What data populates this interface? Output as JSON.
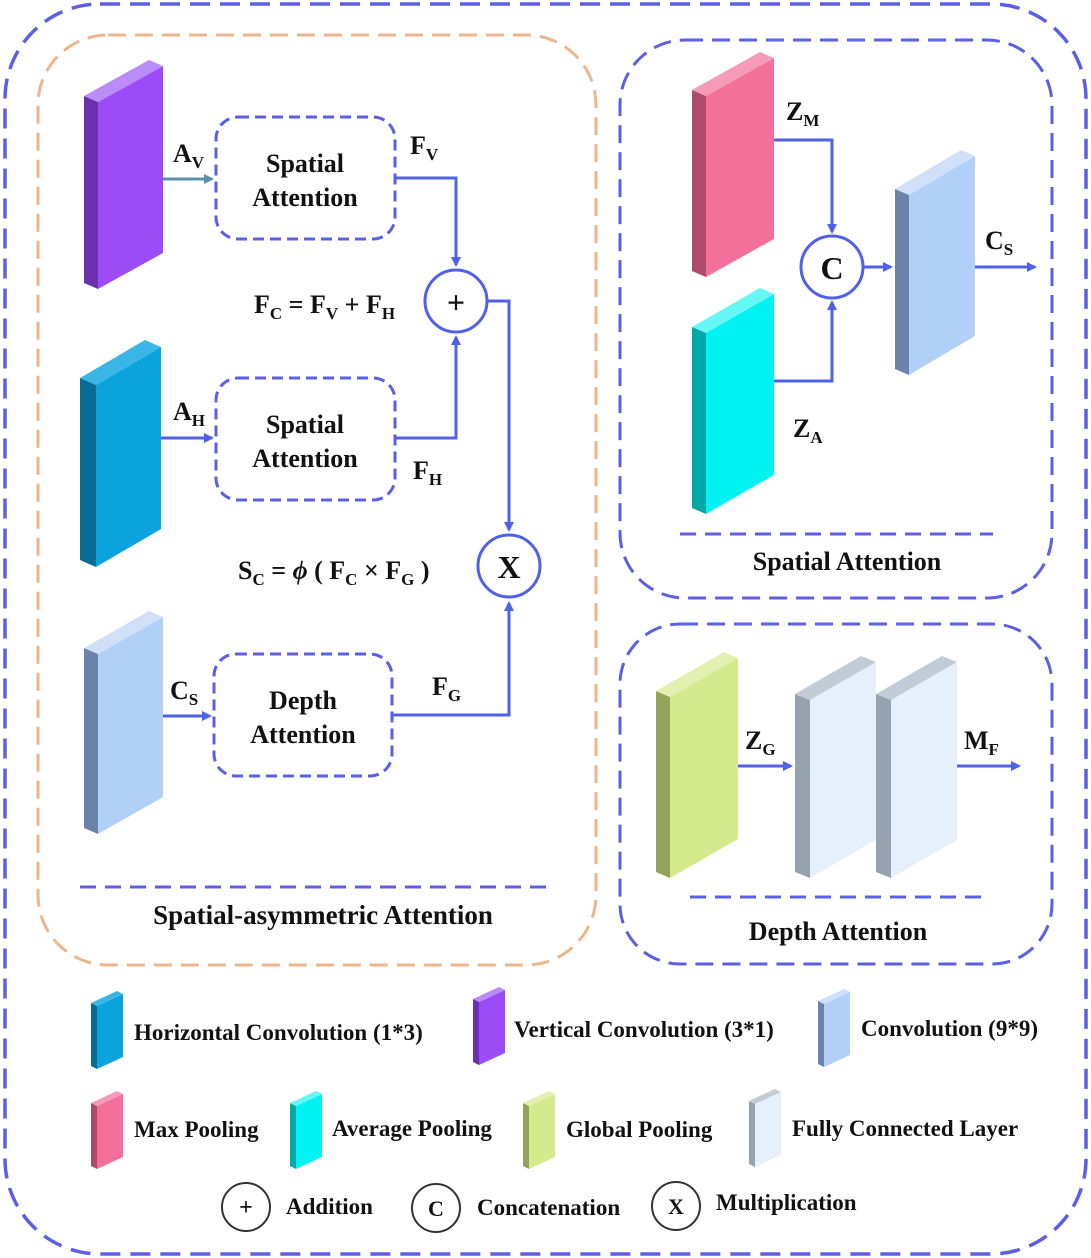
{
  "colors": {
    "frame": "#5b5fe6",
    "orange": "#f0b48a",
    "arrow": "#4f61e8",
    "arrow_teal": "#5a8fb0",
    "vertical_conv": "#9b4cf6",
    "horizontal_conv": "#0aa3dd",
    "conv_9x9": "#b1d0f7",
    "max_pool": "#f27099",
    "avg_pool": "#00f2f2",
    "global_pool": "#d5ea8c",
    "fc_layer": "#e6f0fb"
  },
  "left_panel": {
    "title": "Spatial-asymmetric Attention",
    "box_vertical": {
      "line1": "Spatial",
      "line2": "Attention"
    },
    "box_horizontal": {
      "line1": "Spatial",
      "line2": "Attention"
    },
    "box_depth": {
      "line1": "Depth",
      "line2": "Attention"
    },
    "label_av": {
      "main": "A",
      "sub": "V"
    },
    "label_ah": {
      "main": "A",
      "sub": "H"
    },
    "label_cs": {
      "main": "C",
      "sub": "S"
    },
    "label_fv": {
      "main": "F",
      "sub": "V"
    },
    "label_fh": {
      "main": "F",
      "sub": "H"
    },
    "label_fg": {
      "main": "F",
      "sub": "G"
    },
    "eq_fc": {
      "f1": "F",
      "s1": "C",
      "mid": " = F",
      "s2": "V",
      "plus": " + F",
      "s3": "H"
    },
    "eq_sc": {
      "s": "S",
      "s_sub": "C",
      "eq": " = ",
      "phi": "ϕ",
      "open": " ( F",
      "f1_sub": "C",
      "times": " × F",
      "f2_sub": "G",
      "close": " )"
    },
    "add_symbol": "+",
    "mul_symbol": "X"
  },
  "spatial_panel": {
    "title": "Spatial Attention",
    "label_zm": {
      "main": "Z",
      "sub": "M"
    },
    "label_za": {
      "main": "Z",
      "sub": "A"
    },
    "label_cs": {
      "main": "C",
      "sub": "S"
    },
    "concat_symbol": "C"
  },
  "depth_panel": {
    "title": "Depth Attention",
    "label_zg": {
      "main": "Z",
      "sub": "G"
    },
    "label_mf": {
      "main": "M",
      "sub": "F"
    }
  },
  "legend": [
    {
      "label": "Horizontal Convolution (1*3)",
      "color_key": "horizontal_conv"
    },
    {
      "label": "Vertical Convolution (3*1)",
      "color_key": "vertical_conv"
    },
    {
      "label": "Convolution (9*9)",
      "color_key": "conv_9x9"
    },
    {
      "label": "Max Pooling",
      "color_key": "max_pool"
    },
    {
      "label": "Average Pooling",
      "color_key": "avg_pool"
    },
    {
      "label": "Global Pooling",
      "color_key": "global_pool"
    },
    {
      "label": "Fully Connected Layer",
      "color_key": "fc_layer"
    }
  ],
  "operators": [
    {
      "symbol": "+",
      "label": "Addition"
    },
    {
      "symbol": "C",
      "label": "Concatenation"
    },
    {
      "symbol": "X",
      "label": "Multiplication"
    }
  ]
}
